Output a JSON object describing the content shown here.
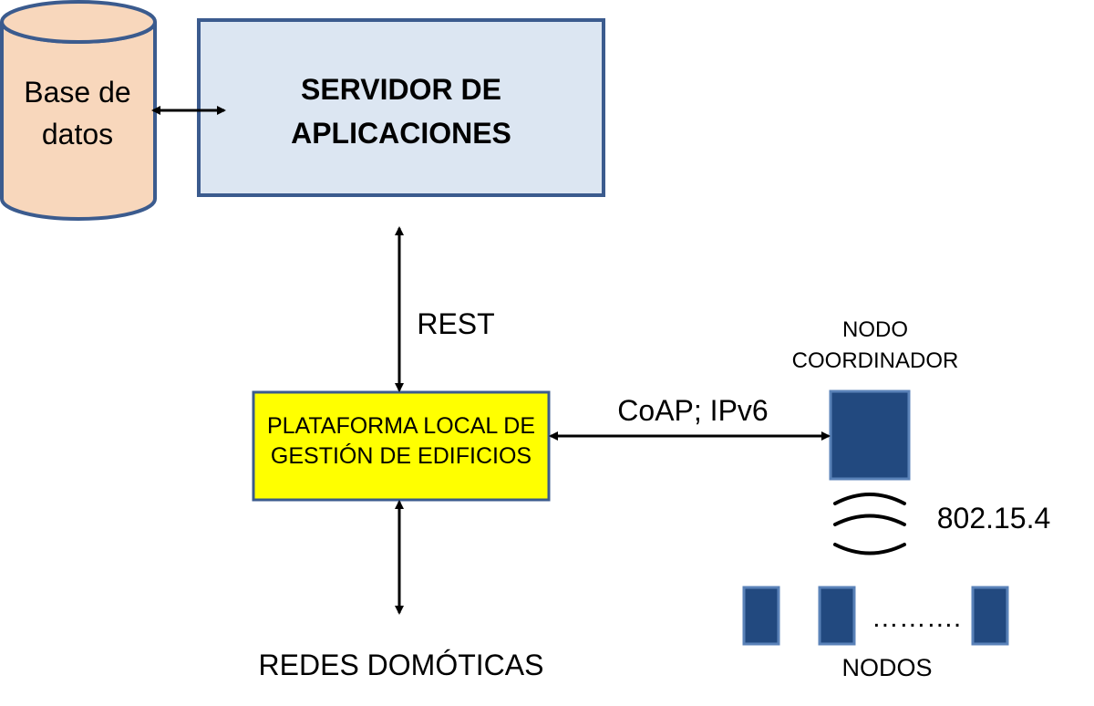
{
  "colors": {
    "database_fill": "#f8d7bc",
    "database_stroke": "#3b5b8e",
    "server_fill": "#dce6f2",
    "server_stroke": "#3b5b8e",
    "platform_fill": "#ffff00",
    "platform_stroke": "#3b5b8e",
    "node_fill": "#22497f",
    "node_stroke": "#5a82b8",
    "arrow": "#000000"
  },
  "database": {
    "label_line1": "Base de",
    "label_line2": "datos"
  },
  "server": {
    "title_line1": "SERVIDOR DE",
    "title_line2": "APLICACIONES"
  },
  "platform": {
    "title_line1": "PLATAFORMA LOCAL DE",
    "title_line2": "GESTIÓN DE EDIFICIOS"
  },
  "links": {
    "rest": "REST",
    "coap": "CoAP; IPv6",
    "wireless": "802.15.4"
  },
  "coordinator": {
    "label_line1": "NODO",
    "label_line2": "COORDINADOR"
  },
  "nodes": {
    "ellipsis": "……….",
    "label": "NODOS"
  },
  "home_networks": {
    "label": "REDES DOMÓTICAS"
  }
}
